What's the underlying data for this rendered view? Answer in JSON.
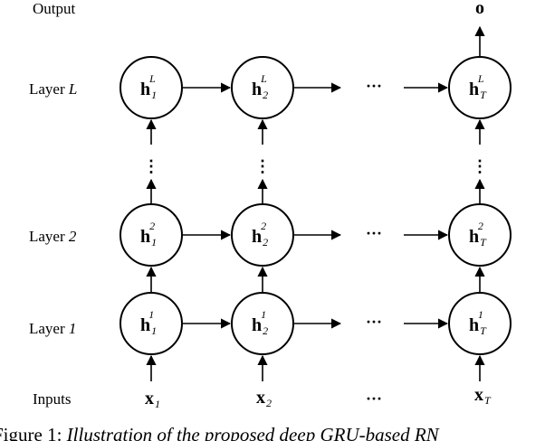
{
  "diagram": {
    "row_labels": {
      "output": "Output",
      "layer_top_prefix": "Layer ",
      "layer_top_index": "L",
      "layer_2_prefix": "Layer ",
      "layer_2_index": "2",
      "layer_1_prefix": "Layer ",
      "layer_1_index": "1",
      "inputs": "Inputs"
    },
    "output_symbol": "o",
    "hidden_symbol": "h",
    "input_symbol": "x",
    "ellipsis_h": "···",
    "ellipsis_v": "⋮",
    "nodes": {
      "top": [
        {
          "sub": "1",
          "sup": "L"
        },
        {
          "sub": "2",
          "sup": "L"
        },
        {
          "sub": "T",
          "sup": "L"
        }
      ],
      "layer2": [
        {
          "sub": "1",
          "sup": "2"
        },
        {
          "sub": "2",
          "sup": "2"
        },
        {
          "sub": "T",
          "sup": "2"
        }
      ],
      "layer1": [
        {
          "sub": "1",
          "sup": "1"
        },
        {
          "sub": "2",
          "sup": "1"
        },
        {
          "sub": "T",
          "sup": "1"
        }
      ]
    },
    "inputs": [
      {
        "sub": "1"
      },
      {
        "sub": "2"
      },
      {
        "sub": "T"
      }
    ]
  },
  "caption": {
    "prefix": "Figure 1: ",
    "text": "Illustration of the proposed deep GRU-based RN"
  }
}
